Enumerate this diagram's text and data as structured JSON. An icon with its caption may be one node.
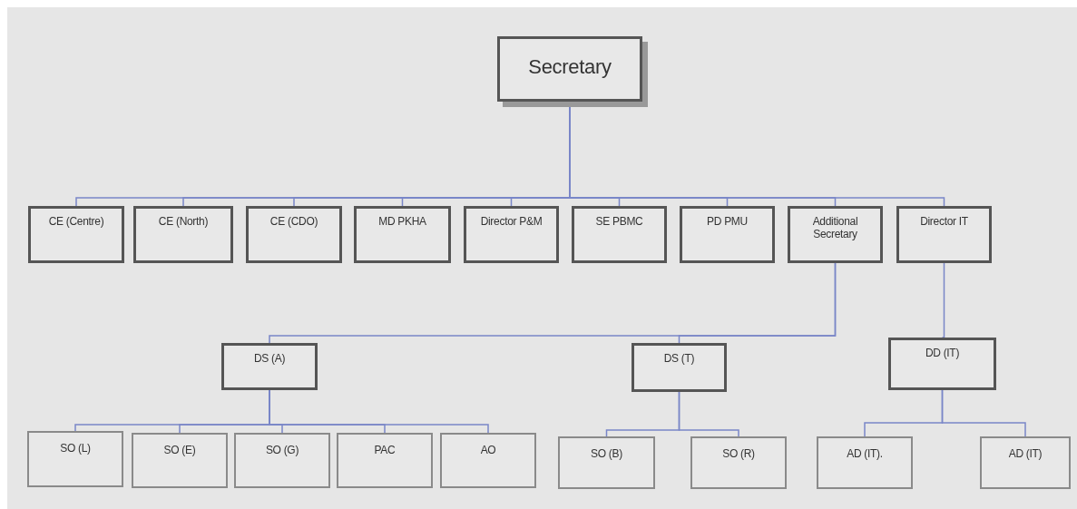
{
  "diagram": {
    "nodes": [
      {
        "text": [
          "Secretary"
        ]
      },
      {
        "text": [
          "CE (Centre)"
        ]
      },
      {
        "text": [
          "CE (North)"
        ]
      },
      {
        "text": [
          "CE (CDO)"
        ]
      },
      {
        "text": [
          "MD PKHA"
        ]
      },
      {
        "text": [
          "Director P&M"
        ]
      },
      {
        "text": [
          "SE PBMC"
        ]
      },
      {
        "text": [
          "PD PMU"
        ]
      },
      {
        "text": [
          "Additional Secretary"
        ]
      },
      {
        "text": [
          "Director IT"
        ]
      },
      {
        "text": [
          "DS (A)"
        ]
      },
      {
        "text": [
          "DS (T)"
        ]
      },
      {
        "text": [
          "DD (IT)"
        ]
      },
      {
        "text": [
          "SO (L)"
        ]
      },
      {
        "text": [
          "SO (E)"
        ]
      },
      {
        "text": [
          "SO (G)"
        ]
      },
      {
        "text": [
          "PAC"
        ]
      },
      {
        "text": [
          "AO"
        ]
      },
      {
        "text": [
          "SO (B)"
        ]
      },
      {
        "text": [
          "SO (R)"
        ]
      },
      {
        "text": [
          "AD (IT)."
        ]
      },
      {
        "text": [
          "AD (IT)"
        ]
      }
    ],
    "edges": [
      {
        "from": 0,
        "to": 1,
        "arrow": "none"
      },
      {
        "from": 0,
        "to": 2,
        "arrow": "none"
      },
      {
        "from": 0,
        "to": 3,
        "arrow": "none"
      },
      {
        "from": 0,
        "to": 4,
        "arrow": "none"
      },
      {
        "from": 0,
        "to": 5,
        "arrow": "none"
      },
      {
        "from": 0,
        "to": 6,
        "arrow": "none"
      },
      {
        "from": 0,
        "to": 7,
        "arrow": "none"
      },
      {
        "from": 0,
        "to": 8,
        "arrow": "none"
      },
      {
        "from": 0,
        "to": 9,
        "arrow": "none"
      },
      {
        "from": 8,
        "to": 10,
        "arrow": "none"
      },
      {
        "from": 8,
        "to": 11,
        "arrow": "none"
      },
      {
        "from": 9,
        "to": 12,
        "arrow": "none"
      },
      {
        "from": 10,
        "to": 13,
        "arrow": "none"
      },
      {
        "from": 10,
        "to": 14,
        "arrow": "none"
      },
      {
        "from": 10,
        "to": 15,
        "arrow": "none"
      },
      {
        "from": 10,
        "to": 16,
        "arrow": "none"
      },
      {
        "from": 10,
        "to": 17,
        "arrow": "none"
      },
      {
        "from": 11,
        "to": 18,
        "arrow": "none"
      },
      {
        "from": 11,
        "to": 19,
        "arrow": "none"
      },
      {
        "from": 12,
        "to": 20,
        "arrow": "none"
      },
      {
        "from": 12,
        "to": 21,
        "arrow": "none"
      }
    ]
  }
}
